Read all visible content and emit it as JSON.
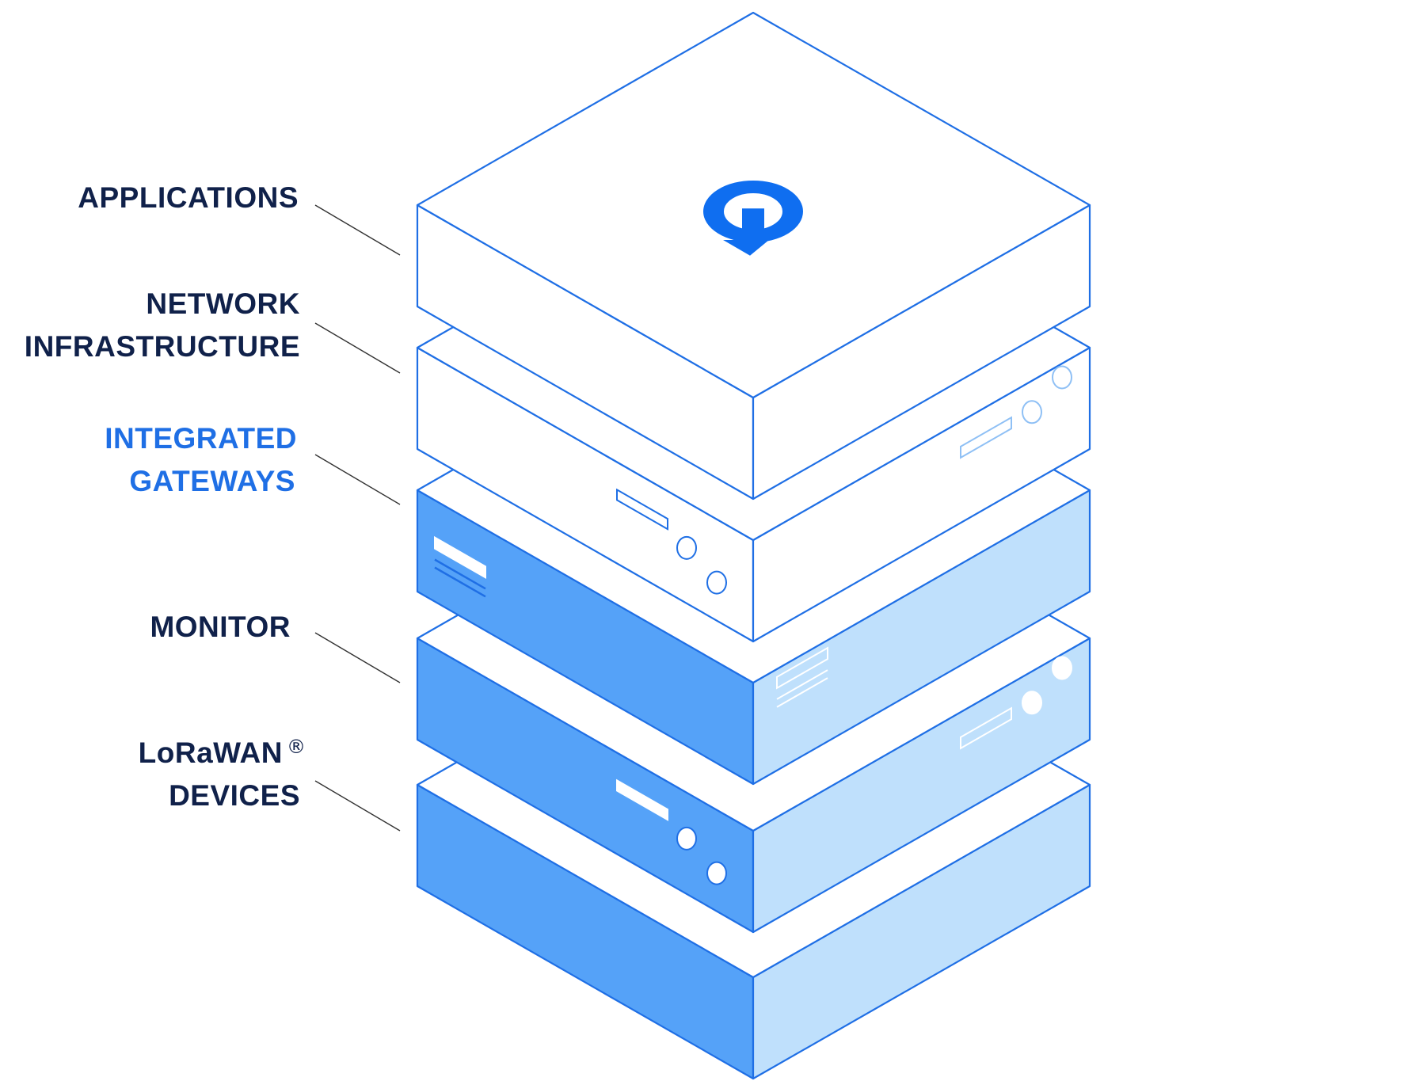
{
  "colors": {
    "outline": "#1f6fe5",
    "dark_label": "#10214a",
    "highlight_label": "#1f6fe5",
    "face_white": "#ffffff",
    "face_front_blue": "#55a2f8",
    "face_side_blue": "#bfe0fc",
    "logo": "#0f6ef0"
  },
  "layers": [
    {
      "id": "applications",
      "label_lines": [
        "APPLICATIONS"
      ],
      "highlighted": false,
      "filled": false,
      "has_logo": true
    },
    {
      "id": "network-infrastructure",
      "label_lines": [
        "NETWORK",
        "INFRASTRUCTURE"
      ],
      "highlighted": false,
      "filled": false,
      "has_logo": false
    },
    {
      "id": "integrated-gateways",
      "label_lines": [
        "INTEGRATED",
        "GATEWAYS"
      ],
      "highlighted": true,
      "filled": true,
      "has_logo": false
    },
    {
      "id": "monitor",
      "label_lines": [
        "MONITOR"
      ],
      "highlighted": false,
      "filled": true,
      "has_logo": false
    },
    {
      "id": "lorawan-devices",
      "label_lines": [
        "LoRaWAN",
        "DEVICES"
      ],
      "label_superscript": "®",
      "highlighted": false,
      "filled": true,
      "has_logo": false
    }
  ],
  "icons": {
    "logo": "q-logo-icon",
    "port": "port-slot-icon",
    "led": "led-indicator-icon",
    "vent": "vent-lines-icon"
  }
}
